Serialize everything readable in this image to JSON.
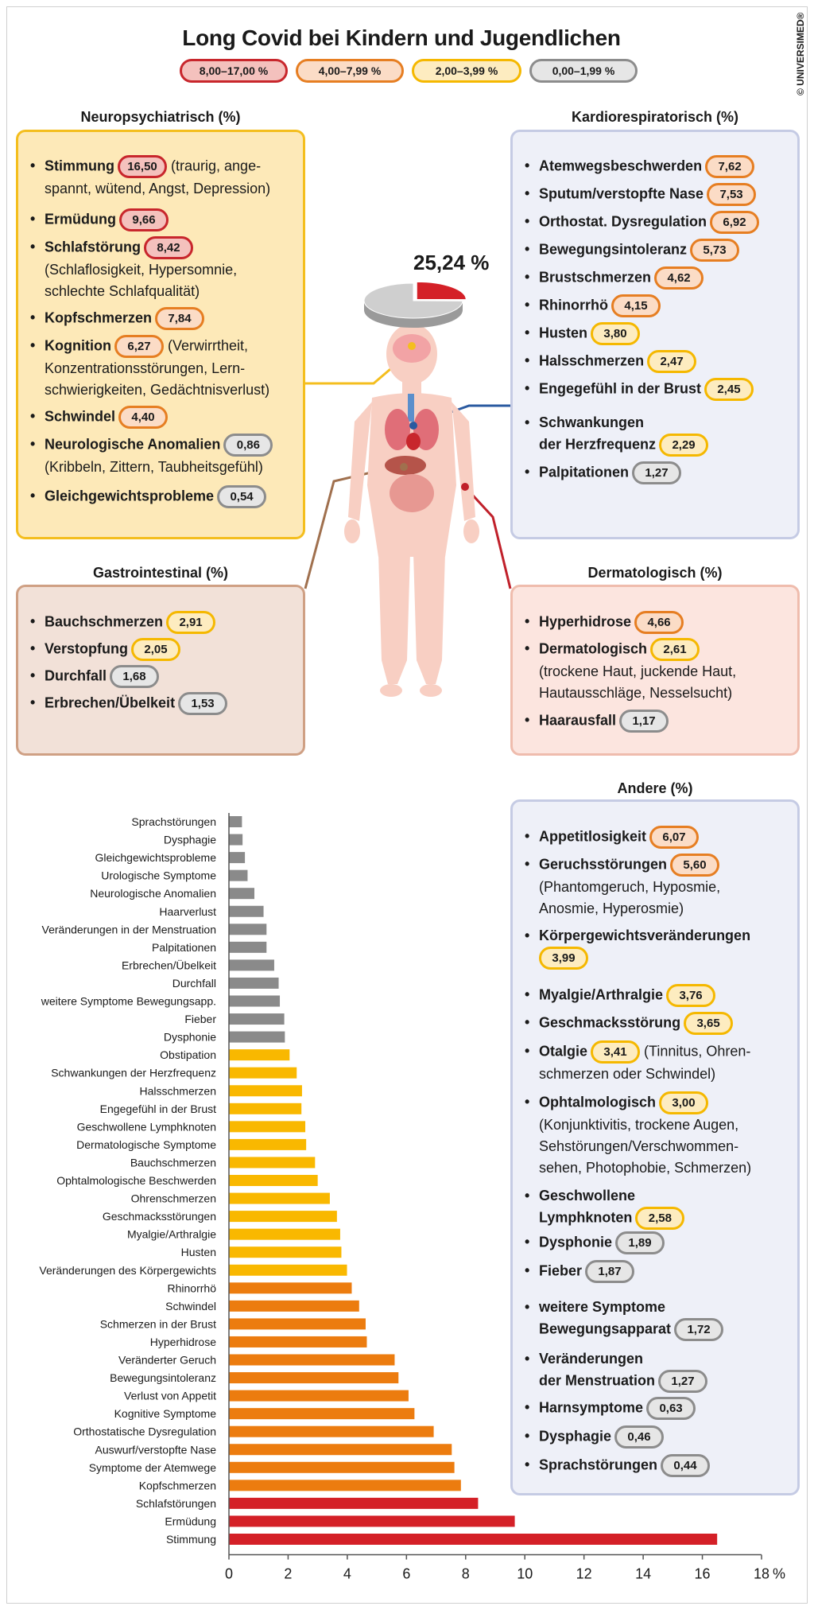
{
  "header": {
    "title": "Long Covid bei Kindern und Jugendlichen",
    "copyright": "© UNIVERSIMED®"
  },
  "legend": [
    {
      "label": "8,00–17,00 %",
      "class": "red"
    },
    {
      "label": "4,00–7,99 %",
      "class": "orange"
    },
    {
      "label": "2,00–3,99 %",
      "class": "yellow"
    },
    {
      "label": "0,00–1,99 %",
      "class": "grey"
    }
  ],
  "overall_prevalence": "25,24 %",
  "sections": {
    "neuro": {
      "title": "Neuropsychiatrisch (%)",
      "items": [
        {
          "name": "Stimmung",
          "value": "16,50",
          "c": "r",
          "desc_inline": "(traurig, ange-",
          "desc": [
            "spannt, wütend, Angst, Depression)"
          ]
        },
        {
          "name": "Ermüdung",
          "value": "9,66",
          "c": "r"
        },
        {
          "name": "Schlafstörung",
          "value": "8,42",
          "c": "r",
          "desc": [
            "(Schlaflosigkeit, Hypersomnie,",
            "schlechte Schlafqualität)"
          ]
        },
        {
          "name": "Kopfschmerzen",
          "value": "7,84",
          "c": "o"
        },
        {
          "name": "Kognition",
          "value": "6,27",
          "c": "o",
          "desc_inline": "(Verwirrtheit,",
          "desc": [
            "Konzentrationsstörungen, Lern-",
            "schwierigkeiten, Gedächtnisverlust)"
          ]
        },
        {
          "name": "Schwindel",
          "value": "4,40",
          "c": "o"
        },
        {
          "name": "Neurologische Anomalien",
          "value": "0,86",
          "c": "g",
          "desc": [
            "(Kribbeln, Zittern, Taubheitsgefühl)"
          ]
        },
        {
          "name": "Gleichgewichtsprobleme",
          "value": "0,54",
          "c": "g"
        }
      ]
    },
    "kardio": {
      "title": "Kardiorespiratorisch (%)",
      "items": [
        {
          "name": "Atemwegsbeschwerden",
          "value": "7,62",
          "c": "o"
        },
        {
          "name": "Sputum/verstopfte Nase",
          "value": "7,53",
          "c": "o"
        },
        {
          "name": "Orthostat. Dysregulation",
          "value": "6,92",
          "c": "o"
        },
        {
          "name": "Bewegungsintoleranz",
          "value": "5,73",
          "c": "o"
        },
        {
          "name": "Brustschmerzen",
          "value": "4,62",
          "c": "o"
        },
        {
          "name": "Rhinorrhö",
          "value": "4,15",
          "c": "o"
        },
        {
          "name": "Husten",
          "value": "3,80",
          "c": "y"
        },
        {
          "name": "Halsschmerzen",
          "value": "2,47",
          "c": "y"
        },
        {
          "name": "Engegefühl in der Brust",
          "value": "2,45",
          "c": "y"
        },
        {
          "name": "Schwankungen",
          "name2": "der Herzfrequenz",
          "value": "2,29",
          "c": "y"
        },
        {
          "name": "Palpitationen",
          "value": "1,27",
          "c": "g"
        }
      ]
    },
    "gastro": {
      "title": "Gastrointestinal (%)",
      "items": [
        {
          "name": "Bauchschmerzen",
          "value": "2,91",
          "c": "y"
        },
        {
          "name": "Verstopfung",
          "value": "2,05",
          "c": "y"
        },
        {
          "name": "Durchfall",
          "value": "1,68",
          "c": "g"
        },
        {
          "name": "Erbrechen/Übelkeit",
          "value": "1,53",
          "c": "g"
        }
      ]
    },
    "derma": {
      "title": "Dermatologisch (%)",
      "items": [
        {
          "name": "Hyperhidrose",
          "value": "4,66",
          "c": "o"
        },
        {
          "name": "Dermatologisch",
          "value": "2,61",
          "c": "y",
          "desc": [
            "(trockene Haut, juckende Haut,",
            "Hautausschläge, Nesselsucht)"
          ]
        },
        {
          "name": "Haarausfall",
          "value": "1,17",
          "c": "g"
        }
      ]
    },
    "andere": {
      "title": "Andere (%)",
      "items": [
        {
          "name": "Appetitlosigkeit",
          "value": "6,07",
          "c": "o"
        },
        {
          "name": "Geruchsstörungen",
          "value": "5,60",
          "c": "o",
          "desc": [
            "(Phantomgeruch, Hyposmie,",
            "Anosmie, Hyperosmie)"
          ]
        },
        {
          "name": "Körpergewichtsveränderungen",
          "value": "3,99",
          "c": "y"
        },
        {
          "name": "Myalgie/Arthralgie",
          "value": "3,76",
          "c": "y"
        },
        {
          "name": "Geschmacksstörung",
          "value": "3,65",
          "c": "y"
        },
        {
          "name": "Otalgie",
          "value": "3,41",
          "c": "y",
          "desc_inline": "(Tinnitus, Ohren-",
          "desc": [
            "schmerzen oder Schwindel)"
          ]
        },
        {
          "name": "Ophtalmologisch",
          "value": "3,00",
          "c": "y",
          "desc": [
            "(Konjunktivitis, trockene Augen,",
            "Sehstörungen/Verschwommen-",
            "sehen, Photophobie, Schmerzen)"
          ]
        },
        {
          "name": "Geschwollene",
          "name2": "Lymphknoten",
          "value": "2,58",
          "c": "y"
        },
        {
          "name": "Dysphonie",
          "value": "1,89",
          "c": "g"
        },
        {
          "name": "Fieber",
          "value": "1,87",
          "c": "g"
        },
        {
          "name": "weitere Symptome",
          "name2": "Bewegungsapparat",
          "value": "1,72",
          "c": "g"
        },
        {
          "name": "Veränderungen",
          "name2": "der Menstruation",
          "value": "1,27",
          "c": "g"
        },
        {
          "name": "Harnsymptome",
          "value": "0,63",
          "c": "g"
        },
        {
          "name": "Dysphagie",
          "value": "0,46",
          "c": "g"
        },
        {
          "name": "Sprachstörungen",
          "value": "0,44",
          "c": "g"
        }
      ]
    }
  },
  "colors": {
    "red": "#d42027",
    "orange": "#ec7c0f",
    "yellow": "#f9b800",
    "grey": "#8a8a8a"
  },
  "chart_data": [
    {
      "type": "pie",
      "slices": [
        {
          "label": "25,24 %",
          "value": 25.24,
          "color": "#d42027"
        },
        {
          "label": "",
          "value": 74.76,
          "color": "#cfcfcf"
        }
      ]
    },
    {
      "type": "bar",
      "orientation": "horizontal",
      "xlabel": "%",
      "xlim": [
        0,
        18
      ],
      "xticks": [
        0,
        2,
        4,
        6,
        8,
        10,
        12,
        14,
        16,
        18
      ],
      "grid": false,
      "categories": [
        "Sprachstörungen",
        "Dysphagie",
        "Gleichgewichtsprobleme",
        "Urologische Symptome",
        "Neurologische Anomalien",
        "Haarverlust",
        "Veränderungen in der Menstruation",
        "Palpitationen",
        "Erbrechen/Übelkeit",
        "Durchfall",
        "weitere Symptome Bewegungsapp.",
        "Fieber",
        "Dysphonie",
        "Obstipation",
        "Schwankungen der Herzfrequenz",
        "Halsschmerzen",
        "Engegefühl in der Brust",
        "Geschwollene Lymphknoten",
        "Dermatologische Symptome",
        "Bauchschmerzen",
        "Ophtalmologische Beschwerden",
        "Ohrenschmerzen",
        "Geschmacksstörungen",
        "Myalgie/Arthralgie",
        "Husten",
        "Veränderungen des Körpergewichts",
        "Rhinorrhö",
        "Schwindel",
        "Schmerzen in der Brust",
        "Hyperhidrose",
        "Veränderter Geruch",
        "Bewegungsintoleranz",
        "Verlust von Appetit",
        "Kognitive Symptome",
        "Orthostatische Dysregulation",
        "Auswurf/verstopfte Nase",
        "Symptome der Atemwege",
        "Kopfschmerzen",
        "Schlafstörungen",
        "Ermüdung",
        "Stimmung"
      ],
      "values": [
        0.44,
        0.46,
        0.54,
        0.63,
        0.86,
        1.17,
        1.27,
        1.27,
        1.53,
        1.68,
        1.72,
        1.87,
        1.89,
        2.05,
        2.29,
        2.47,
        2.45,
        2.58,
        2.61,
        2.91,
        3.0,
        3.41,
        3.65,
        3.76,
        3.8,
        3.99,
        4.15,
        4.4,
        4.62,
        4.66,
        5.6,
        5.73,
        6.07,
        6.27,
        6.92,
        7.53,
        7.62,
        7.84,
        8.42,
        9.66,
        16.5
      ]
    }
  ]
}
